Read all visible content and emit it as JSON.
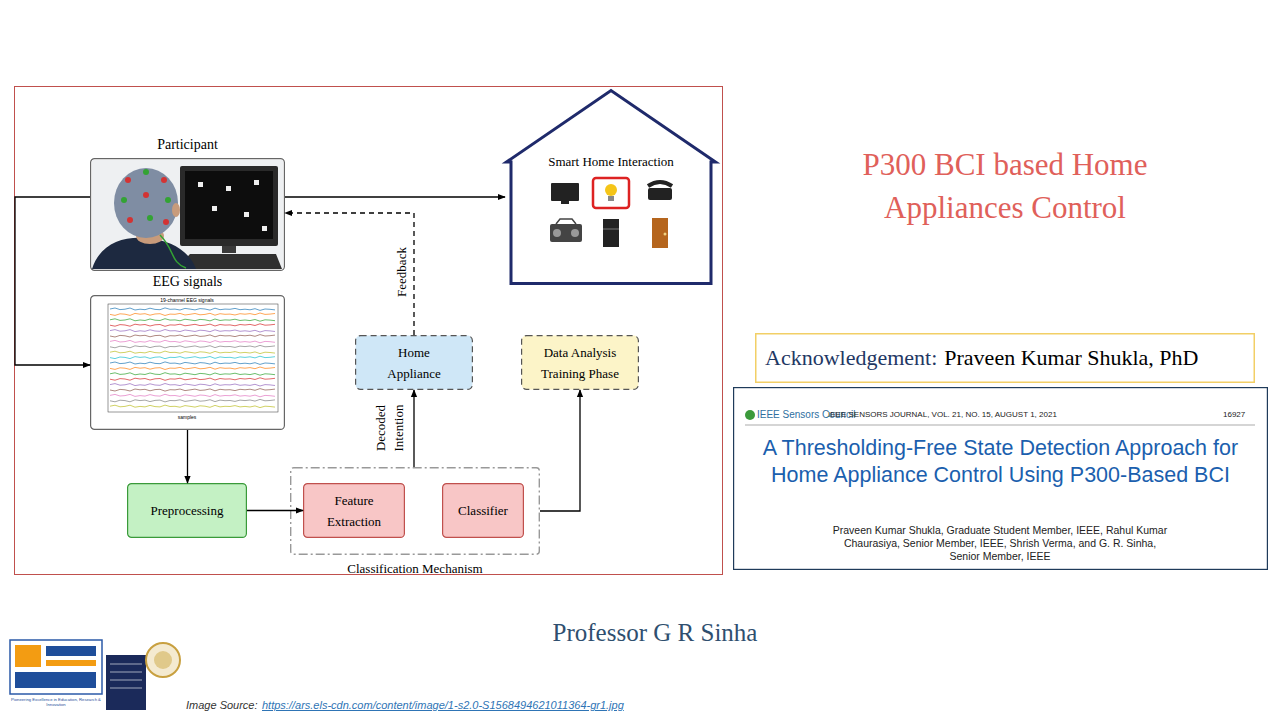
{
  "diagram": {
    "title": "P300 BCI based Home Appliances Control",
    "nodes": [
      {
        "text": [
          "Participant"
        ]
      },
      {
        "text": [
          "Smart Home Interaction"
        ]
      },
      {
        "text": [
          "EEG signals"
        ]
      },
      {
        "text": [
          "Home Appliance"
        ]
      },
      {
        "text": [
          "Data Analysis Training Phase"
        ]
      },
      {
        "text": [
          "Preprocessing"
        ]
      },
      {
        "text": [
          "Classification Mechanism"
        ]
      },
      {
        "text": [
          "Feature Extraction"
        ],
        "in": 6
      },
      {
        "text": [
          "Classifier"
        ],
        "in": 6
      },
      {
        "text": [
          "Acknowledgement:",
          "Praveen Kumar Shukla, PhD"
        ]
      },
      {
        "text": [
          "IEEE Sensors Council",
          "IEEE SENSORS JOURNAL, VOL. 21, NO. 15, AUGUST 1, 2021",
          "16927",
          "A Thresholding-Free State Detection Approach for Home Appliance Control Using P300-Based BCI",
          "Praveen Kumar Shukla, Graduate Student Member, IEEE, Rahul Kumar Chaurasiya, Senior Member, IEEE, Shrish Verma, and G. R. Sinha, Senior Member, IEEE"
        ]
      }
    ],
    "edges": [
      {
        "from": 0,
        "to": 1,
        "arrow": "to"
      },
      {
        "from": 0,
        "to": 2,
        "arrow": "to"
      },
      {
        "from": 2,
        "to": 5,
        "arrow": "to"
      },
      {
        "from": 5,
        "to": 7,
        "arrow": "to"
      },
      {
        "from": 6,
        "to": 3,
        "label": "Decoded Intention",
        "arrow": "to"
      },
      {
        "from": 3,
        "to": 0,
        "label": "Feedback",
        "arrow": "to"
      },
      {
        "from": 6,
        "to": 4,
        "arrow": "to"
      }
    ],
    "labels": [
      "19-channel EEG signals",
      "samples",
      "Professor G R Sinha",
      "Pioneering Excellence in Education, Research & Innovation",
      "Image Source:",
      "https://ars.els-cdn.com/content/image/1-s2.0-S1568494621011364-gr1.jpg"
    ]
  }
}
